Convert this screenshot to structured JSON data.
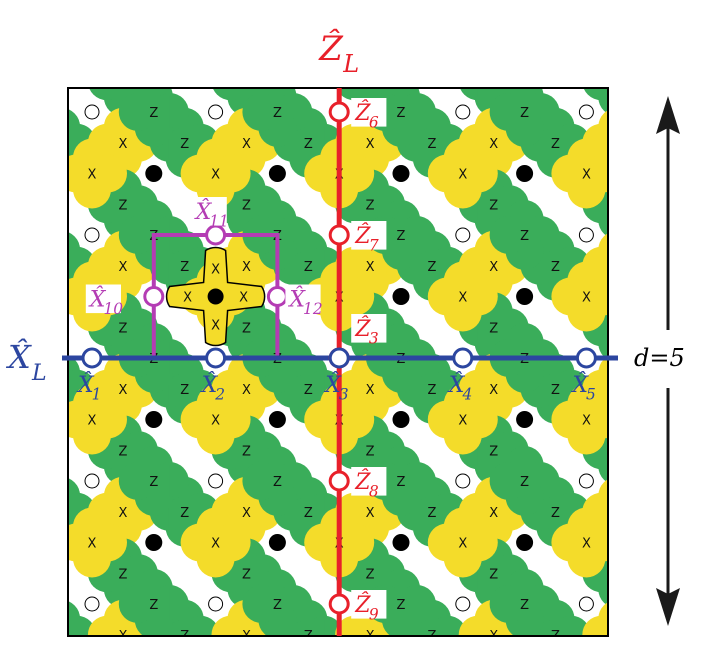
{
  "colors": {
    "z_plaquette": "#3aad5a",
    "x_plaquette": "#f4dc2a",
    "logical_z": "#e8202a",
    "logical_x": "#2c46a0",
    "highlight": "#b43cb4",
    "arrow": "#1a1a1a",
    "frame": "#000000"
  },
  "plaquette_labels": {
    "z": "Z",
    "x": "X"
  },
  "logical": {
    "z_label": "Ẑ",
    "z_sub": "L",
    "x_label": "X̂",
    "x_sub": "L"
  },
  "distance_label": "d=5",
  "z_operators": [
    {
      "name": "Ẑ",
      "sub": "6"
    },
    {
      "name": "Ẑ",
      "sub": "7"
    },
    {
      "name": "Ẑ",
      "sub": "3"
    },
    {
      "name": "Ẑ",
      "sub": "8"
    },
    {
      "name": "Ẑ",
      "sub": "9"
    }
  ],
  "x_operators": [
    {
      "name": "X̂",
      "sub": "1"
    },
    {
      "name": "X̂",
      "sub": "2"
    },
    {
      "name": "X̂",
      "sub": "3"
    },
    {
      "name": "X̂",
      "sub": "4"
    },
    {
      "name": "X̂",
      "sub": "5"
    }
  ],
  "highlight_operators": [
    {
      "name": "X̂",
      "sub": "11"
    },
    {
      "name": "X̂",
      "sub": "10"
    },
    {
      "name": "X̂",
      "sub": "12"
    }
  ],
  "lattice": {
    "rows": 9,
    "cols": 9,
    "site_spacing": "half-cell",
    "code_distance": 5
  }
}
